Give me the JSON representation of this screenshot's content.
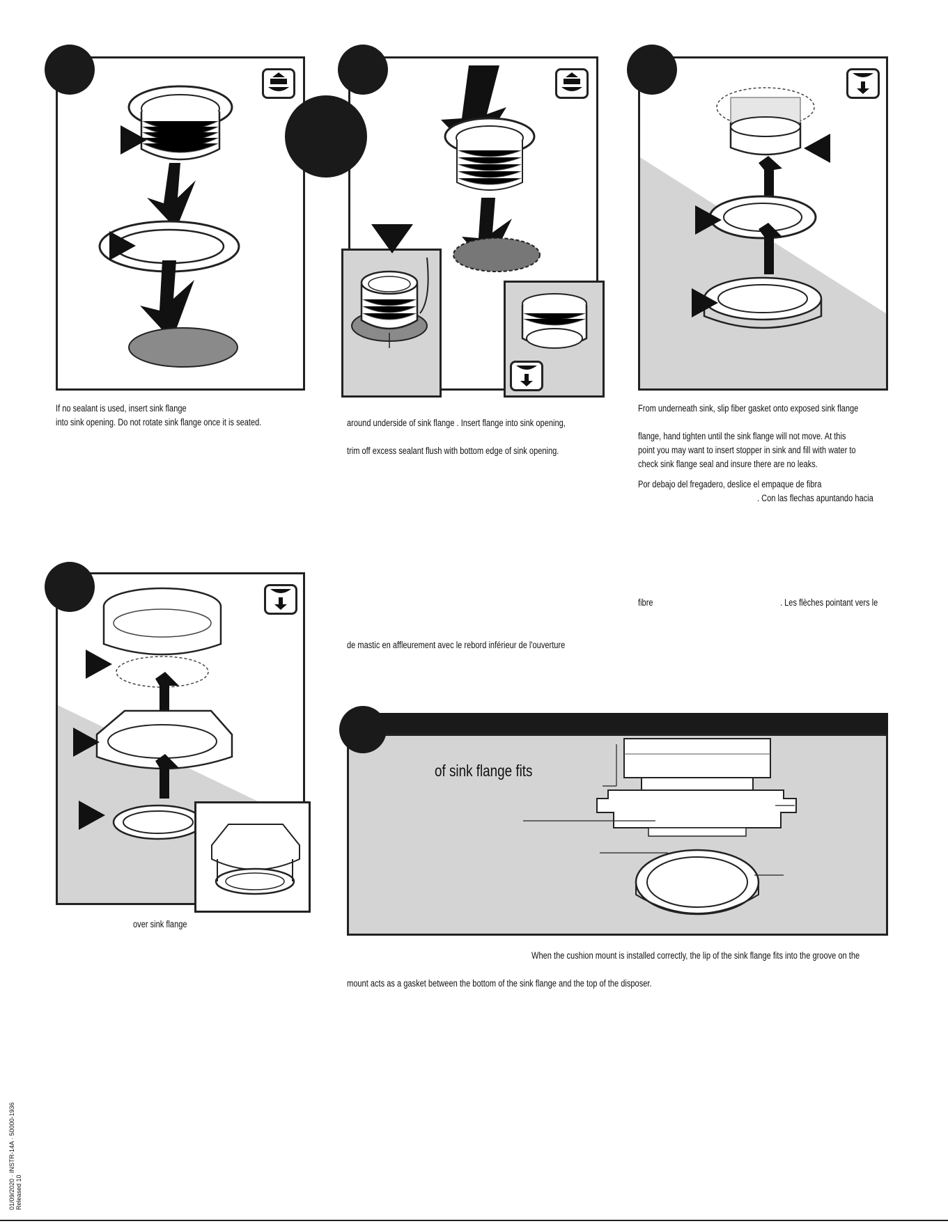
{
  "step1": {
    "caption": [
      "If no sealant is used, insert sink flange",
      "into sink opening. Do not rotate sink flange once it is seated."
    ]
  },
  "step2": {
    "caption": [
      "around underside of sink flange        . Insert flange into sink opening,",
      "trim off excess sealant flush with bottom edge of sink opening."
    ],
    "french_line": "de mastic en affleurement avec le rebord inférieur de l'ouverture"
  },
  "step3": {
    "caption": [
      "From underneath sink, slip fiber gasket        onto exposed sink flange",
      "flange, hand tighten until the sink flange will not move. At this",
      "point you may want to insert stopper in sink and fill with water to",
      "check sink flange seal and insure there are no leaks."
    ],
    "spanish": [
      "Por debajo del fregadero, deslice el empaque de fibra",
      ". Con las flechas apuntando hacia"
    ],
    "french": [
      "fibre",
      ". Les flèches pointant vers le"
    ]
  },
  "step4": {
    "caption": "over sink flange"
  },
  "step5": {
    "heading": "of sink flange fits",
    "caption": [
      "When the cushion mount is installed correctly, the lip of the sink flange fits into the groove on the",
      "mount acts as a gasket between the bottom of the sink flange and the top of the disposer."
    ]
  },
  "margin": {
    "vertical_text": "01/09/2020 · INSTR-14A · 50000-1936",
    "vertical_text2": "Released 10"
  },
  "colors": {
    "ink": "#1a1a1a",
    "gray_fill": "#d4d4d4",
    "sink_gray": "#8a8a8a"
  }
}
